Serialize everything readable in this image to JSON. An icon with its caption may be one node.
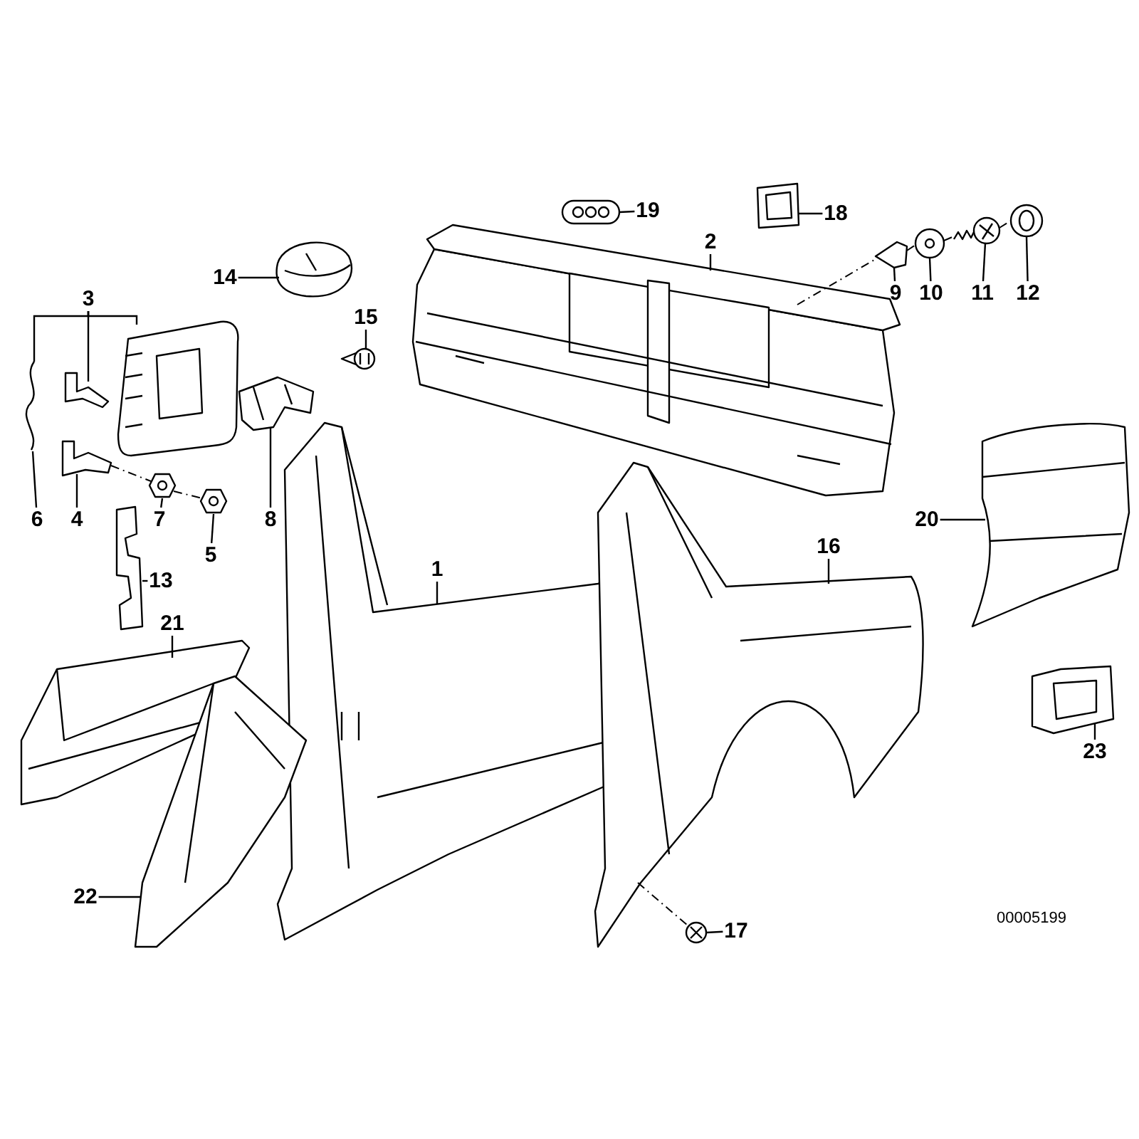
{
  "diagram": {
    "nodes": [
      {
        "text": [
          "19"
        ]
      },
      {
        "text": [
          "18"
        ]
      },
      {
        "text": [
          "2"
        ]
      },
      {
        "text": [
          "9"
        ]
      },
      {
        "text": [
          "10"
        ]
      },
      {
        "text": [
          "11"
        ]
      },
      {
        "text": [
          "12"
        ]
      },
      {
        "text": [
          "14"
        ]
      },
      {
        "text": [
          "3"
        ]
      },
      {
        "text": [
          "15"
        ]
      },
      {
        "text": [
          "6"
        ]
      },
      {
        "text": [
          "4"
        ]
      },
      {
        "text": [
          "7"
        ]
      },
      {
        "text": [
          "8"
        ]
      },
      {
        "text": [
          "5"
        ]
      },
      {
        "text": [
          "13"
        ]
      },
      {
        "text": [
          "20"
        ]
      },
      {
        "text": [
          "1"
        ]
      },
      {
        "text": [
          "16"
        ]
      },
      {
        "text": [
          "21"
        ]
      },
      {
        "text": [
          "23"
        ]
      },
      {
        "text": [
          "22"
        ]
      },
      {
        "text": [
          "17"
        ]
      },
      {
        "text": [],
        "shape": "picture"
      },
      {
        "text": [],
        "shape": "picture"
      },
      {
        "text": [],
        "shape": "picture"
      },
      {
        "text": [],
        "shape": "picture"
      },
      {
        "text": [],
        "shape": "picture"
      },
      {
        "text": [],
        "shape": "picture"
      },
      {
        "text": [],
        "shape": "picture"
      },
      {
        "text": [],
        "shape": "picture"
      },
      {
        "text": [],
        "shape": "picture"
      },
      {
        "text": [],
        "shape": "picture"
      },
      {
        "text": [],
        "shape": "picture"
      },
      {
        "text": [],
        "shape": "picture"
      },
      {
        "text": [],
        "shape": "picture"
      },
      {
        "text": [],
        "shape": "picture"
      },
      {
        "text": [],
        "shape": "picture"
      },
      {
        "text": [],
        "shape": "picture"
      },
      {
        "text": [],
        "shape": "picture"
      },
      {
        "text": [],
        "shape": "picture"
      },
      {
        "text": [],
        "shape": "picture"
      },
      {
        "text": [],
        "shape": "picture"
      },
      {
        "text": [],
        "shape": "picture"
      },
      {
        "text": [],
        "shape": "picture"
      },
      {
        "text": [],
        "shape": "picture"
      },
      {
        "text": [],
        "shape": "picture"
      }
    ],
    "edges": [
      {
        "from": 0,
        "to": 23,
        "arrow": "none"
      },
      {
        "from": 1,
        "to": 24,
        "arrow": "none"
      },
      {
        "from": 2,
        "to": 25,
        "arrow": "none"
      },
      {
        "from": 3,
        "to": 26,
        "arrow": "none"
      },
      {
        "from": 4,
        "to": 27,
        "arrow": "none"
      },
      {
        "from": 5,
        "to": 28,
        "arrow": "none"
      },
      {
        "from": 6,
        "to": 29,
        "arrow": "none"
      },
      {
        "from": 7,
        "to": 30,
        "arrow": "none"
      },
      {
        "from": 8,
        "to": 31,
        "arrow": "none"
      },
      {
        "from": 8,
        "to": 32,
        "arrow": "none"
      },
      {
        "from": 8,
        "to": 34,
        "arrow": "none"
      },
      {
        "from": 9,
        "to": 33,
        "arrow": "none"
      },
      {
        "from": 10,
        "to": 34,
        "arrow": "none"
      },
      {
        "from": 11,
        "to": 35,
        "arrow": "none"
      },
      {
        "from": 12,
        "to": 36,
        "arrow": "none"
      },
      {
        "from": 13,
        "to": 37,
        "arrow": "none"
      },
      {
        "from": 14,
        "to": 38,
        "arrow": "none"
      },
      {
        "from": 15,
        "to": 39,
        "arrow": "none"
      },
      {
        "from": 16,
        "to": 40,
        "arrow": "none"
      },
      {
        "from": 17,
        "to": 41,
        "arrow": "none"
      },
      {
        "from": 18,
        "to": 42,
        "arrow": "none"
      },
      {
        "from": 19,
        "to": 43,
        "arrow": "none"
      },
      {
        "from": 20,
        "to": 44,
        "arrow": "none"
      },
      {
        "from": 21,
        "to": 45,
        "arrow": "none"
      },
      {
        "from": 22,
        "to": 46,
        "arrow": "none"
      },
      {
        "from": 35,
        "to": 36,
        "arrow": "none",
        "style": "dashed"
      },
      {
        "from": 36,
        "to": 38,
        "arrow": "none",
        "style": "dashed"
      },
      {
        "from": 25,
        "to": 26,
        "arrow": "none",
        "style": "dashed"
      },
      {
        "from": 26,
        "to": 27,
        "arrow": "none",
        "style": "dashed"
      },
      {
        "from": 27,
        "to": 28,
        "arrow": "none",
        "style": "dashed"
      },
      {
        "from": 28,
        "to": 29,
        "arrow": "none",
        "style": "dashed"
      },
      {
        "from": 42,
        "to": 46,
        "arrow": "none",
        "style": "dashed"
      }
    ],
    "labels": [
      "00005199"
    ]
  }
}
